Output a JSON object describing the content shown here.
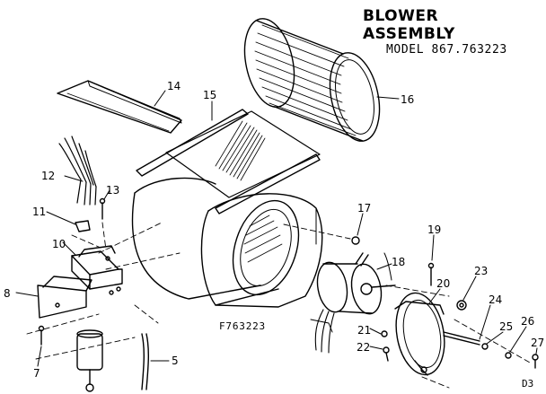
{
  "title_line1": "BLOWER",
  "title_line2": "ASSEMBLY",
  "model": "MODEL 867.763223",
  "figure_number": "F763223",
  "page_ref": "D3",
  "callouts": {
    "c5": "5",
    "c7": "7",
    "c8": "8",
    "c10": "10",
    "c11": "11",
    "c12": "12",
    "c13": "13",
    "c14": "14",
    "c15": "15",
    "c16": "16",
    "c17": "17",
    "c18": "18",
    "c19": "19",
    "c20": "20",
    "c21": "21",
    "c22": "22",
    "c23": "23",
    "c24": "24",
    "c25": "25",
    "c26": "26",
    "c27": "27"
  }
}
